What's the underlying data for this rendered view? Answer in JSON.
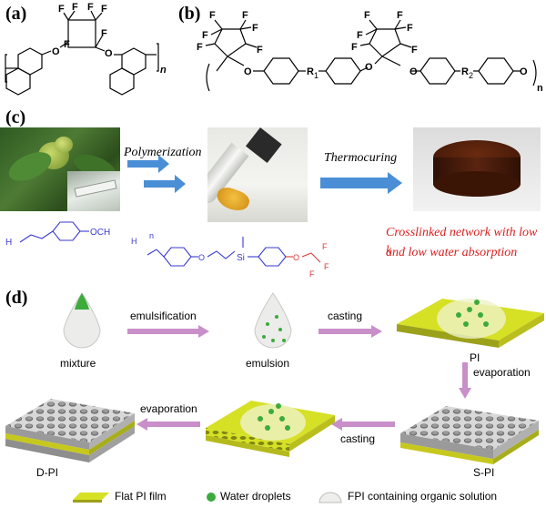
{
  "panels": {
    "a": "(a)",
    "b": "(b)",
    "c": "(c)",
    "d": "(d)"
  },
  "structure_a": {
    "F": "F",
    "O": "O",
    "n": "n"
  },
  "structure_b": {
    "F": "F",
    "O": "O",
    "R1": "R",
    "R1_sub": "1",
    "R2": "R",
    "R2_sub": "2",
    "n": "n"
  },
  "panel_c": {
    "step1": "Polymerization",
    "step2": "Thermocuring",
    "caption_line1": "Crosslinked network with low k",
    "caption_line2": "and low water absorption",
    "monomer_H3C": "H",
    "monomer_OCH3": "OCH",
    "polymer_H3C": "H",
    "polymer_O": "O",
    "polymer_Si": "Si",
    "polymer_F": "F",
    "polymer_n": "n"
  },
  "panel_d": {
    "emulsification": "emulsification",
    "casting1": "casting",
    "evaporation1": "evaporation",
    "casting2": "casting",
    "evaporation2": "evaporation",
    "mixture": "mixture",
    "emulsion": "emulsion",
    "PI": "PI",
    "S_PI": "S-PI",
    "D_PI": "D-PI"
  },
  "legend": {
    "flat_film": "Flat PI film",
    "water": "Water droplets",
    "fpi": "FPI containing organic solution"
  },
  "colors": {
    "film_yellow": "#d6e025",
    "film_dark": "#8a8e10",
    "green_drop": "#3cab3c",
    "arrow_pink": "#c98fc9",
    "arrow_blue": "#4a8fd6",
    "red_text": "#d81e1e",
    "blue_struct": "#3a3ad0"
  }
}
